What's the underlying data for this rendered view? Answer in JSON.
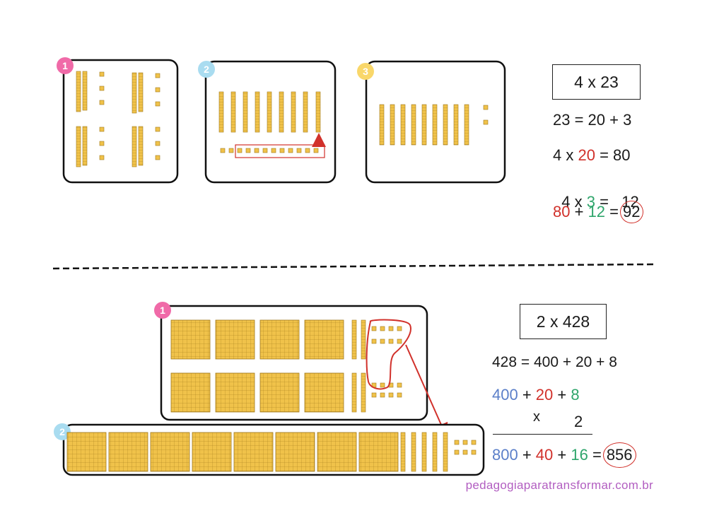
{
  "colors": {
    "red": "#d1312b",
    "green": "#2ea56b",
    "blue": "#5b7fc9",
    "pink": "#f06aa8",
    "light_blue": "#a9dcf0",
    "yellow": "#f9d76a",
    "block": "#f0c24a",
    "watermark": "#b25ec1"
  },
  "problem1": {
    "title": "4 x 23",
    "decompose": "23 = 20 + 3",
    "steps": [
      {
        "a": "4 x ",
        "b": "20",
        "c": " = 80"
      },
      {
        "a": "4 x ",
        "b": "3",
        "c": " =   12"
      }
    ],
    "sum": {
      "a": "80",
      "plus": " + ",
      "b": "12",
      "eq": " =",
      "result": "92"
    },
    "panels": [
      {
        "badge": "1",
        "badge_color": "pink",
        "groups": 4,
        "rods_per_group": 2,
        "units_per_group": 3
      },
      {
        "badge": "2",
        "badge_color": "light_blue",
        "rods": 8,
        "units": 12,
        "rods_from_units": 1
      },
      {
        "badge": "3",
        "badge_color": "yellow",
        "rods": 9,
        "units": 2
      }
    ]
  },
  "problem2": {
    "title": "2 x 428",
    "decompose": "428 = 400 + 20 + 8",
    "factors": {
      "a": "400",
      "b": "20",
      "c": "8",
      "plus": " + "
    },
    "multiplier_x": "x",
    "multiplier": "2",
    "sum": {
      "a": "800",
      "b": "40",
      "c": "16",
      "plus": " + ",
      "eq": " =",
      "result": "856"
    },
    "panels": [
      {
        "badge": "1",
        "badge_color": "pink",
        "rows": 2,
        "hundreds_per_row": 4,
        "tens_per_row": 2,
        "units_per_row": 8
      },
      {
        "badge": "2",
        "badge_color": "light_blue",
        "hundreds": 8,
        "tens": 5,
        "units": 6
      }
    ]
  },
  "watermark": "pedagogiaparatransformar.com.br"
}
